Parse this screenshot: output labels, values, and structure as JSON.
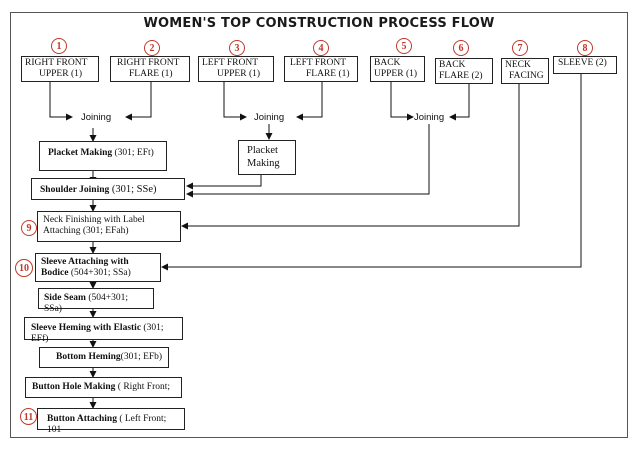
{
  "title": "WOMEN'S TOP CONSTRUCTION PROCESS FLOW",
  "accent_color": "#c0392b",
  "components": [
    {
      "num": "1",
      "line1": "RIGHT FRONT",
      "line2": "UPPER (1)"
    },
    {
      "num": "2",
      "line1": "RIGHT FRONT",
      "line2": "FLARE (1)"
    },
    {
      "num": "3",
      "line1": "LEFT FRONT",
      "line2": "UPPER (1)"
    },
    {
      "num": "4",
      "line1": "LEFT FRONT",
      "line2": "FLARE (1)"
    },
    {
      "num": "5",
      "line1": "BACK",
      "line2": "UPPER (1)"
    },
    {
      "num": "6",
      "line1": "BACK",
      "line2": "FLARE (2)"
    },
    {
      "num": "7",
      "line1": "NECK",
      "line2": "FACING"
    },
    {
      "num": "8",
      "line1": "SLEEVE (2)",
      "line2": ""
    }
  ],
  "joining_label": "Joining",
  "placket_right": {
    "name": "Placket Making",
    "spec": " (301; EFt)"
  },
  "placket_left": {
    "line1": "Placket",
    "line2": "Making"
  },
  "steps": {
    "shoulder": {
      "name": "Shoulder Joining",
      "spec": " (301; SSe)"
    },
    "neck": {
      "num": "9",
      "line1": "Neck Finishing with    Label",
      "line2": "Attaching (301; EFah)"
    },
    "sleeve_attach": {
      "num": "10",
      "line1": "Sleeve Attaching with",
      "line2_bold": "Bodice",
      "line2_rest": " (504+301; SSa)"
    },
    "side_seam": {
      "name": "Side Seam",
      "spec": " (504+301; SSa)"
    },
    "sleeve_hem": {
      "name": "Sleeve Heming with Elastic",
      "spec": " (301; EFf)"
    },
    "bottom_hem": {
      "name": "Bottom Heming",
      "spec": "(301; EFb)"
    },
    "button_hole": {
      "name": "Button Hole Making",
      "spec": " ( Right Front;"
    },
    "button_attach": {
      "num": "11",
      "name": "Button Attaching",
      "spec": " ( Left Front; 101"
    }
  }
}
